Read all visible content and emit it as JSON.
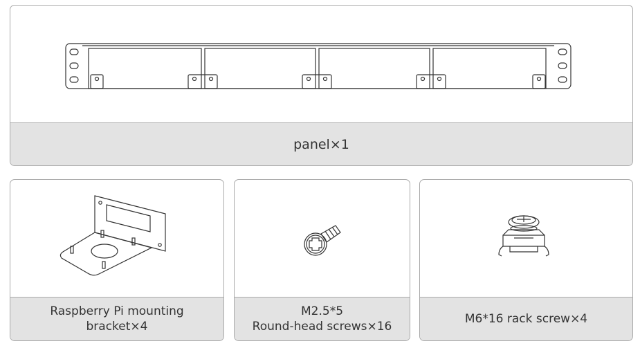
{
  "items": [
    {
      "id": "panel",
      "label": "panel×1"
    },
    {
      "id": "bracket",
      "label_line1": "Raspberry Pi mounting",
      "label_line2": "bracket×4"
    },
    {
      "id": "screws-m25",
      "label_line1": "M2.5*5",
      "label_line2": "Round-head screws×16"
    },
    {
      "id": "rack-screw",
      "label": "M6*16 rack screw×4"
    }
  ]
}
